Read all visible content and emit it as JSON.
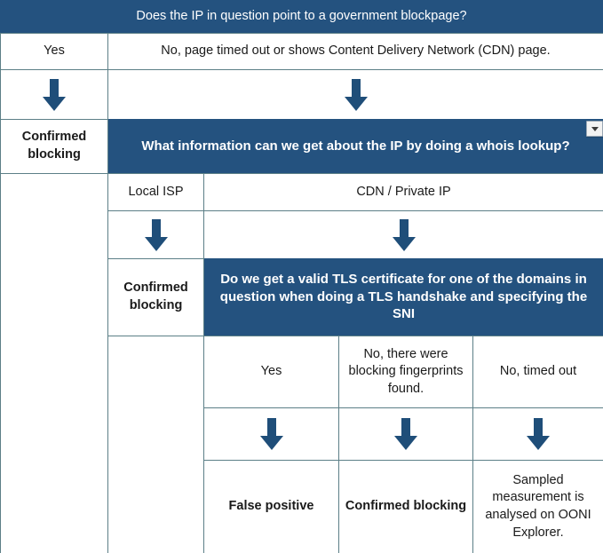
{
  "chart_data": {
    "type": "table",
    "title": "OONI IP-based blocking decision tree",
    "columns": [
      "left-branch",
      "col-local-isp",
      "col-yes",
      "col-fingerprints",
      "col-timed-out"
    ],
    "nodes": [
      {
        "id": "q1",
        "kind": "question",
        "text": "Does the IP in question point to a government blockpage?"
      },
      {
        "id": "q1-a1",
        "kind": "answer",
        "text": "Yes"
      },
      {
        "id": "q1-a2",
        "kind": "answer",
        "text": "No, page timed out or shows Content Delivery Network (CDN) page."
      },
      {
        "id": "q1-a1-result",
        "kind": "outcome",
        "text": "Confirmed blocking"
      },
      {
        "id": "q2",
        "kind": "question",
        "text": "What information can we get about the IP by doing a whois lookup?"
      },
      {
        "id": "q2-a1",
        "kind": "answer",
        "text": "Local ISP"
      },
      {
        "id": "q2-a2",
        "kind": "answer",
        "text": "CDN / Private IP"
      },
      {
        "id": "q2-a1-result",
        "kind": "outcome",
        "text": "Confirmed blocking"
      },
      {
        "id": "q3",
        "kind": "question",
        "text": "Do we get a valid TLS certificate for one of the domains in question when doing a TLS handshake and specifying the SNI"
      },
      {
        "id": "q3-a1",
        "kind": "answer",
        "text": "Yes"
      },
      {
        "id": "q3-a2",
        "kind": "answer",
        "text": "No, there were blocking fingerprints found."
      },
      {
        "id": "q3-a3",
        "kind": "answer",
        "text": "No, timed out"
      },
      {
        "id": "q3-a1-result",
        "kind": "outcome",
        "text": "False positive"
      },
      {
        "id": "q3-a2-result",
        "kind": "outcome",
        "text": "Confirmed blocking"
      },
      {
        "id": "q3-a3-result",
        "kind": "outcome",
        "text": "Sampled measurement is analysed on OONI Explorer."
      }
    ]
  },
  "colors": {
    "question_background": "#24527F",
    "question_text": "#FFFFFF",
    "arrow": "#1F4E79",
    "gridline": "#5C7F87",
    "cell_text": "#1A1A1A",
    "page_background": "#FFFFFF"
  },
  "level1": {
    "question": "Does the IP in question point to a government blockpage?",
    "answer_yes": "Yes",
    "answer_no": "No, page timed out or shows Content Delivery Network (CDN) page.",
    "outcome_yes": "Confirmed blocking"
  },
  "level2": {
    "question": "What information can we get about the IP by doing a whois lookup?",
    "answer_local_isp": "Local ISP",
    "answer_cdn": "CDN / Private IP",
    "outcome_local_isp": "Confirmed blocking"
  },
  "level3": {
    "question": "Do we get a valid TLS certificate for one of the domains in question when doing a TLS handshake and specifying the SNI",
    "answer_yes": "Yes",
    "answer_fingerprints": "No, there were blocking fingerprints found.",
    "answer_timeout": "No, timed out",
    "outcome_yes": "False positive",
    "outcome_fingerprints": "Confirmed blocking",
    "outcome_timeout": "Sampled measurement is analysed on OONI Explorer."
  },
  "controls": {
    "filter_dropdown_label": "▼"
  }
}
